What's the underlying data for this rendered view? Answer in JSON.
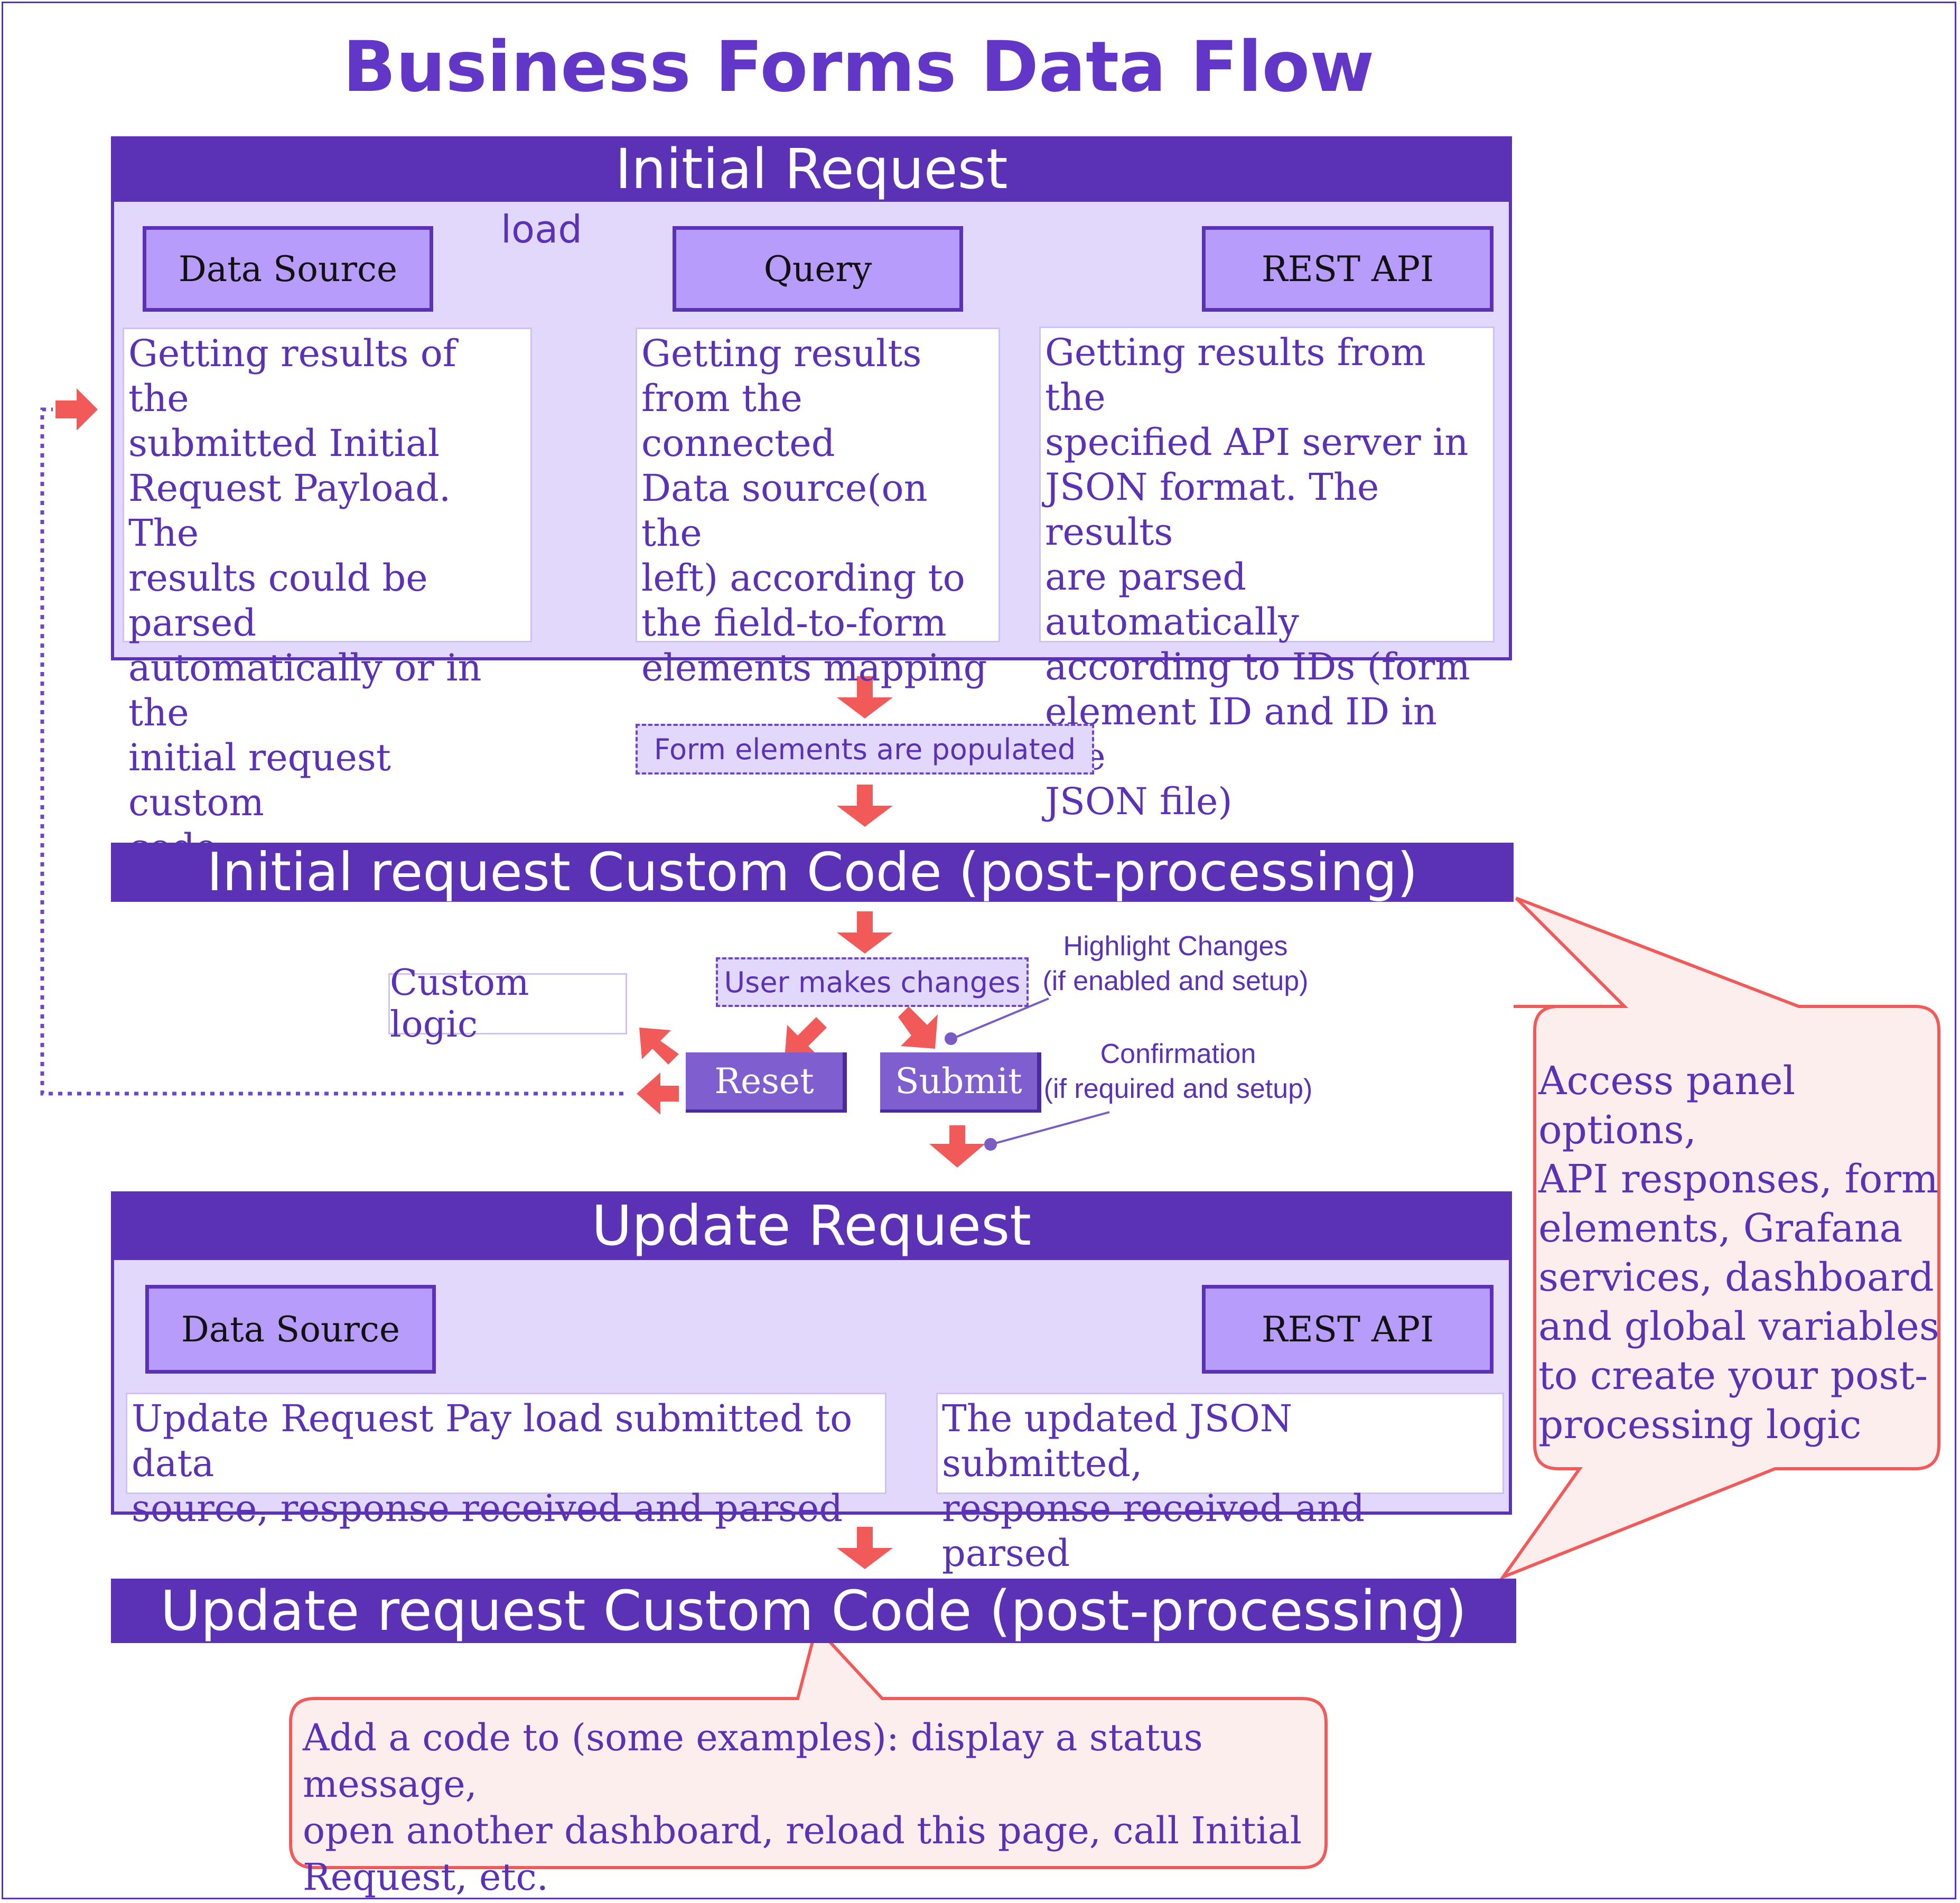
{
  "title": "Business Forms Data Flow",
  "initial_request": {
    "header": "Initial Request",
    "trigger_callout": "On form\nload",
    "sources": [
      {
        "label": "Data Source",
        "description": "Getting results of the\nsubmitted Initial\nRequest Payload. The\nresults could be parsed\nautomatically or in the\ninitial request custom\ncode."
      },
      {
        "label": "Query",
        "description": "Getting results\nfrom the connected\nData source(on the\nleft) according to\nthe field-to-form\nelements mapping"
      },
      {
        "label": "REST API",
        "description": "Getting results from the\nspecified API server in\nJSON format. The results\nare parsed automatically\naccording to IDs (form\nelement ID and ID in the\nJSON file)"
      }
    ]
  },
  "populated_step": "Form elements are populated",
  "initial_custom_code": "Initial request Custom Code (post-processing)",
  "user_step": "User makes changes",
  "custom_logic": "Custom logic",
  "buttons": {
    "reset": "Reset",
    "submit": "Submit"
  },
  "notes": {
    "highlight": "Highlight Changes\n(if enabled and setup)",
    "confirmation": "Confirmation\n(if required and setup)"
  },
  "update_request": {
    "header": "Update Request",
    "sources": [
      {
        "label": "Data Source",
        "description": "Update Request Pay load submitted to data\nsource, response received and parsed"
      },
      {
        "label": "REST API",
        "description": "The updated JSON submitted,\nresponse received and parsed"
      }
    ]
  },
  "update_custom_code": "Update request Custom Code (post-processing)",
  "callouts": {
    "access": "Access panel options,\nAPI responses, form\nelements, Grafana\nservices, dashboard\nand global variables\nto create your post-\nprocessing logic",
    "examples": "Add a code to (some examples): display a status message,\nopen another dashboard, reload this page, call Initial\nRequest, etc."
  },
  "colors": {
    "primary": "#5b32b6",
    "panel": "#e2d8fc",
    "tag": "#b89cfc",
    "accent_red": "#f25a5a",
    "callout_fill": "#fdeeee"
  }
}
